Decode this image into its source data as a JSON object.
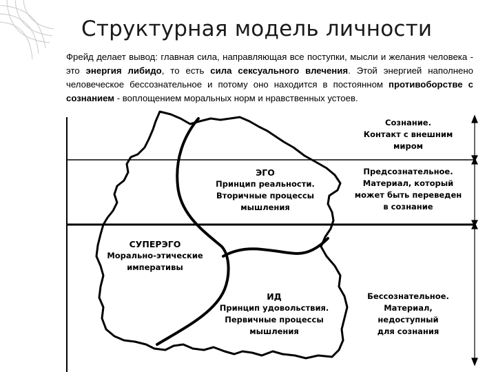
{
  "slide": {
    "title": "Структурная модель личности",
    "intro": {
      "p1": "Фрейд делает вывод: главная сила, направляющая все поступки, мысли и желания человека - это ",
      "b1": "энергия либидо",
      "p2": ", то есть ",
      "b2": "сила сексуального влечения",
      "p3": ". Этой энергией наполнено человеческое бессознательное и потому оно находится в постоянном ",
      "b3": "противоборстве с сознанием",
      "p4": " - воплощением моральных норм и нравственных устоев."
    }
  },
  "diagram": {
    "ego": {
      "title": "ЭГО",
      "lines": [
        "Принцип реальности.",
        "Вторичные процессы",
        "мышления"
      ]
    },
    "superego": {
      "title": "СУПЕРЭГО",
      "lines": [
        "Морально-этические",
        "императивы"
      ]
    },
    "id": {
      "title": "ИД",
      "lines": [
        "Принцип удовольствия.",
        "Первичные процессы",
        "мышления"
      ]
    },
    "levels": {
      "conscious": [
        "Сознание.",
        "Контакт с внешним",
        "миром"
      ],
      "preconscious": [
        "Предсознательное.",
        "Материал, который",
        "может быть переведен",
        "в сознание"
      ],
      "unconscious": [
        "Бессознательное.",
        "Материал,",
        "недоступный",
        "для сознания"
      ]
    }
  }
}
